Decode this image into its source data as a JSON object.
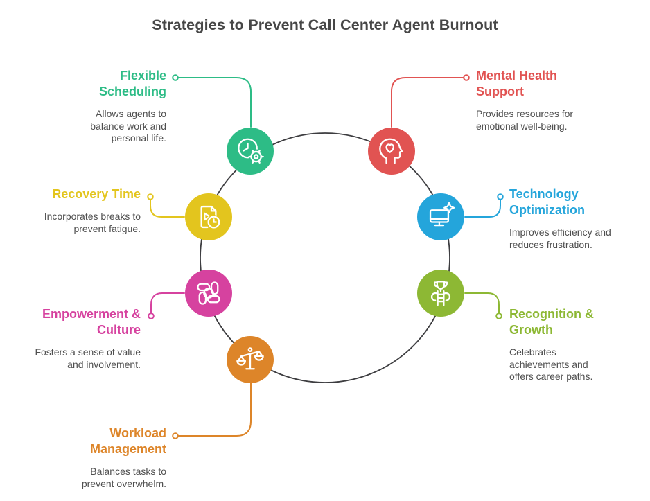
{
  "title": "Strategies to Prevent Call Center Agent Burnout",
  "colors": {
    "background": "#ffffff",
    "heading": "#474747",
    "description": "#4f4f4f",
    "ring": "#3d3d40"
  },
  "items": [
    {
      "id": "flexible-scheduling",
      "position": "top-left",
      "title": "Flexible\nScheduling",
      "description": "Allows agents to\nbalance work and\npersonal life.",
      "color": "#2dbc86",
      "icon": "clock-gear-icon"
    },
    {
      "id": "mental-health-support",
      "position": "top-right",
      "title": "Mental Health\nSupport",
      "description": "Provides resources for\nemotional well-being.",
      "color": "#e15352",
      "icon": "head-heart-icon"
    },
    {
      "id": "recovery-time",
      "position": "left",
      "title": "Recovery Time",
      "description": "Incorporates breaks to\nprevent fatigue.",
      "color": "#e3c51e",
      "icon": "document-play-clock-icon"
    },
    {
      "id": "technology-optimization",
      "position": "right",
      "title": "Technology\nOptimization",
      "description": "Improves efficiency and\nreduces frustration.",
      "color": "#24a5db",
      "icon": "monitor-sparkle-icon"
    },
    {
      "id": "empowerment-culture",
      "position": "bottom-left",
      "title": "Empowerment &\nCulture",
      "description": "Fosters a sense of value\nand involvement.",
      "color": "#d6429f",
      "icon": "teamwork-hands-icon"
    },
    {
      "id": "recognition-growth",
      "position": "bottom-right",
      "title": "Recognition &\nGrowth",
      "description": "Celebrates\nachievements and\noffers career paths.",
      "color": "#8db834",
      "icon": "trophy-ladder-icon"
    },
    {
      "id": "workload-management",
      "position": "bottom",
      "title": "Workload\nManagement",
      "description": "Balances tasks to\nprevent overwhelm.",
      "color": "#dd8529",
      "icon": "balance-scale-icon"
    }
  ]
}
